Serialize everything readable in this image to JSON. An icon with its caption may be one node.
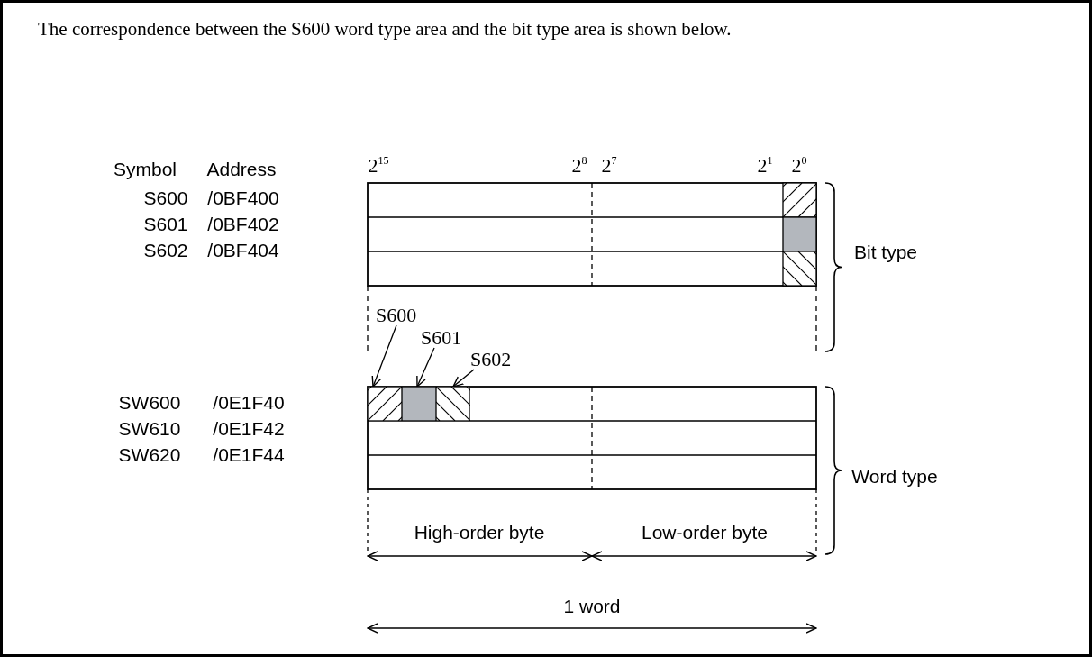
{
  "diagram": {
    "title": "The correspondence between the S600 word type area and the bit type area is shown below.",
    "nodes": [
      {
        "text": [
          "S600"
        ]
      },
      {
        "text": [
          "S601"
        ]
      },
      {
        "text": [
          "S602"
        ]
      },
      {
        "text": [],
        "shape": "box"
      },
      {
        "text": [],
        "shape": "box"
      },
      {
        "text": [],
        "shape": "box"
      }
    ],
    "edges": [
      {
        "from": 0,
        "to": 3,
        "arrow": "to"
      },
      {
        "from": 1,
        "to": 4,
        "arrow": "to"
      },
      {
        "from": 2,
        "to": 5,
        "arrow": "to"
      }
    ],
    "labels": [
      "Symbol",
      "Address",
      "S600",
      "/0BF400",
      "S601",
      "/0BF402",
      "S602",
      "/0BF404",
      "SW600",
      "/0E1F40",
      "SW610",
      "/0E1F42",
      "SW620",
      "/0E1F44",
      "2$^{15}$",
      "2$^{8}$",
      "2$^{7}$",
      "2$^{1}$",
      "2$^{0}$",
      "Bit type",
      "Word type",
      "High-order byte",
      "Low-order byte",
      "1 word"
    ]
  }
}
